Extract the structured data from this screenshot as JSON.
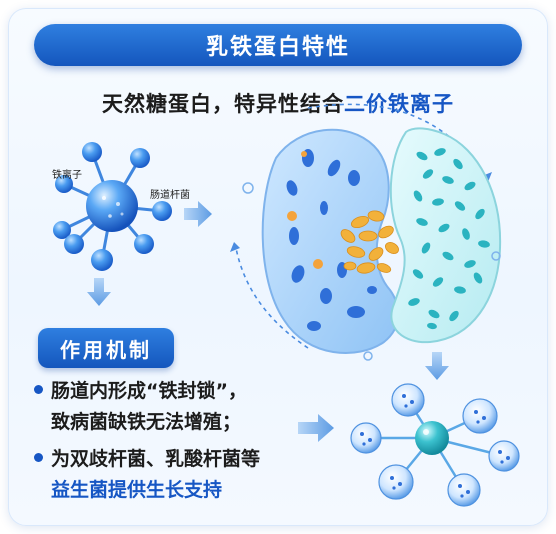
{
  "header": {
    "title": "乳铁蛋白特性"
  },
  "subtitle": {
    "main": "天然糖蛋白，特异性结合",
    "highlight": "二价铁离子"
  },
  "molecule": {
    "iron_label": "铁离子",
    "bacteria_label": "肠道杆菌"
  },
  "mechanism": {
    "badge": "作用机制",
    "bullet1_line1": "肠道内形成“铁封锁”，",
    "bullet1_line2": "致病菌缺铁无法增殖；",
    "bullet2_line1": "为双歧杆菌、乳酸杆菌等",
    "bullet2_line2_blue": "益生菌提供生长支持"
  },
  "colors": {
    "brand_blue": "#1656c4",
    "teal": "#2bb3c0"
  }
}
